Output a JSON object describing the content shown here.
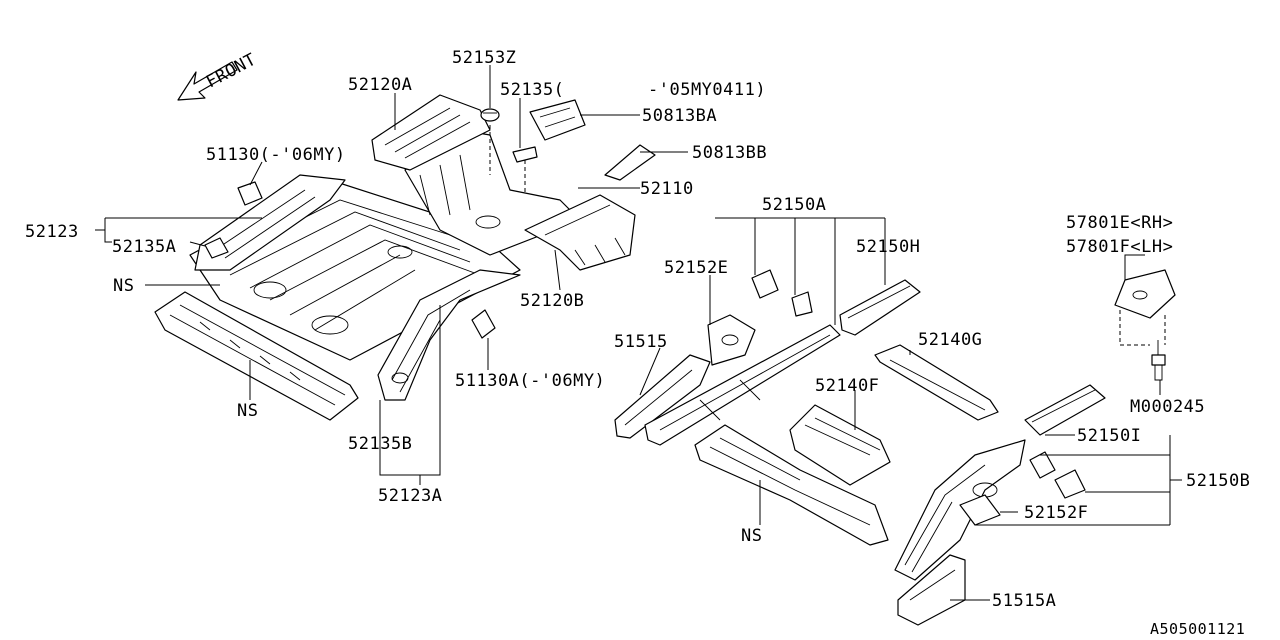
{
  "front_label": "FRONT",
  "diagram_id": "A505001121",
  "labels": {
    "p52153Z": "52153Z",
    "p52120A": "52120A",
    "p52135_range": "52135(",
    "p52135_range_end": "-'05MY0411)",
    "p50813BA": "50813BA",
    "p50813BB": "50813BB",
    "p51130": "51130(-'06MY)",
    "p52110": "52110",
    "p52123": "52123",
    "p52135A": "52135A",
    "p52120B": "52120B",
    "ns1": "NS",
    "ns2": "NS",
    "ns3": "NS",
    "p51130A": "51130A(-'06MY)",
    "p52135B": "52135B",
    "p52123A": "52123A",
    "p52150A": "52150A",
    "p52150H": "52150H",
    "p52152E": "52152E",
    "p51515": "51515",
    "p52140G": "52140G",
    "p52140F": "52140F",
    "p57801E": "57801E<RH>",
    "p57801F": "57801F<LH>",
    "pM000245": "M000245",
    "p52150I": "52150I",
    "p52150B": "52150B",
    "p52152F": "52152F",
    "p51515A": "51515A"
  }
}
